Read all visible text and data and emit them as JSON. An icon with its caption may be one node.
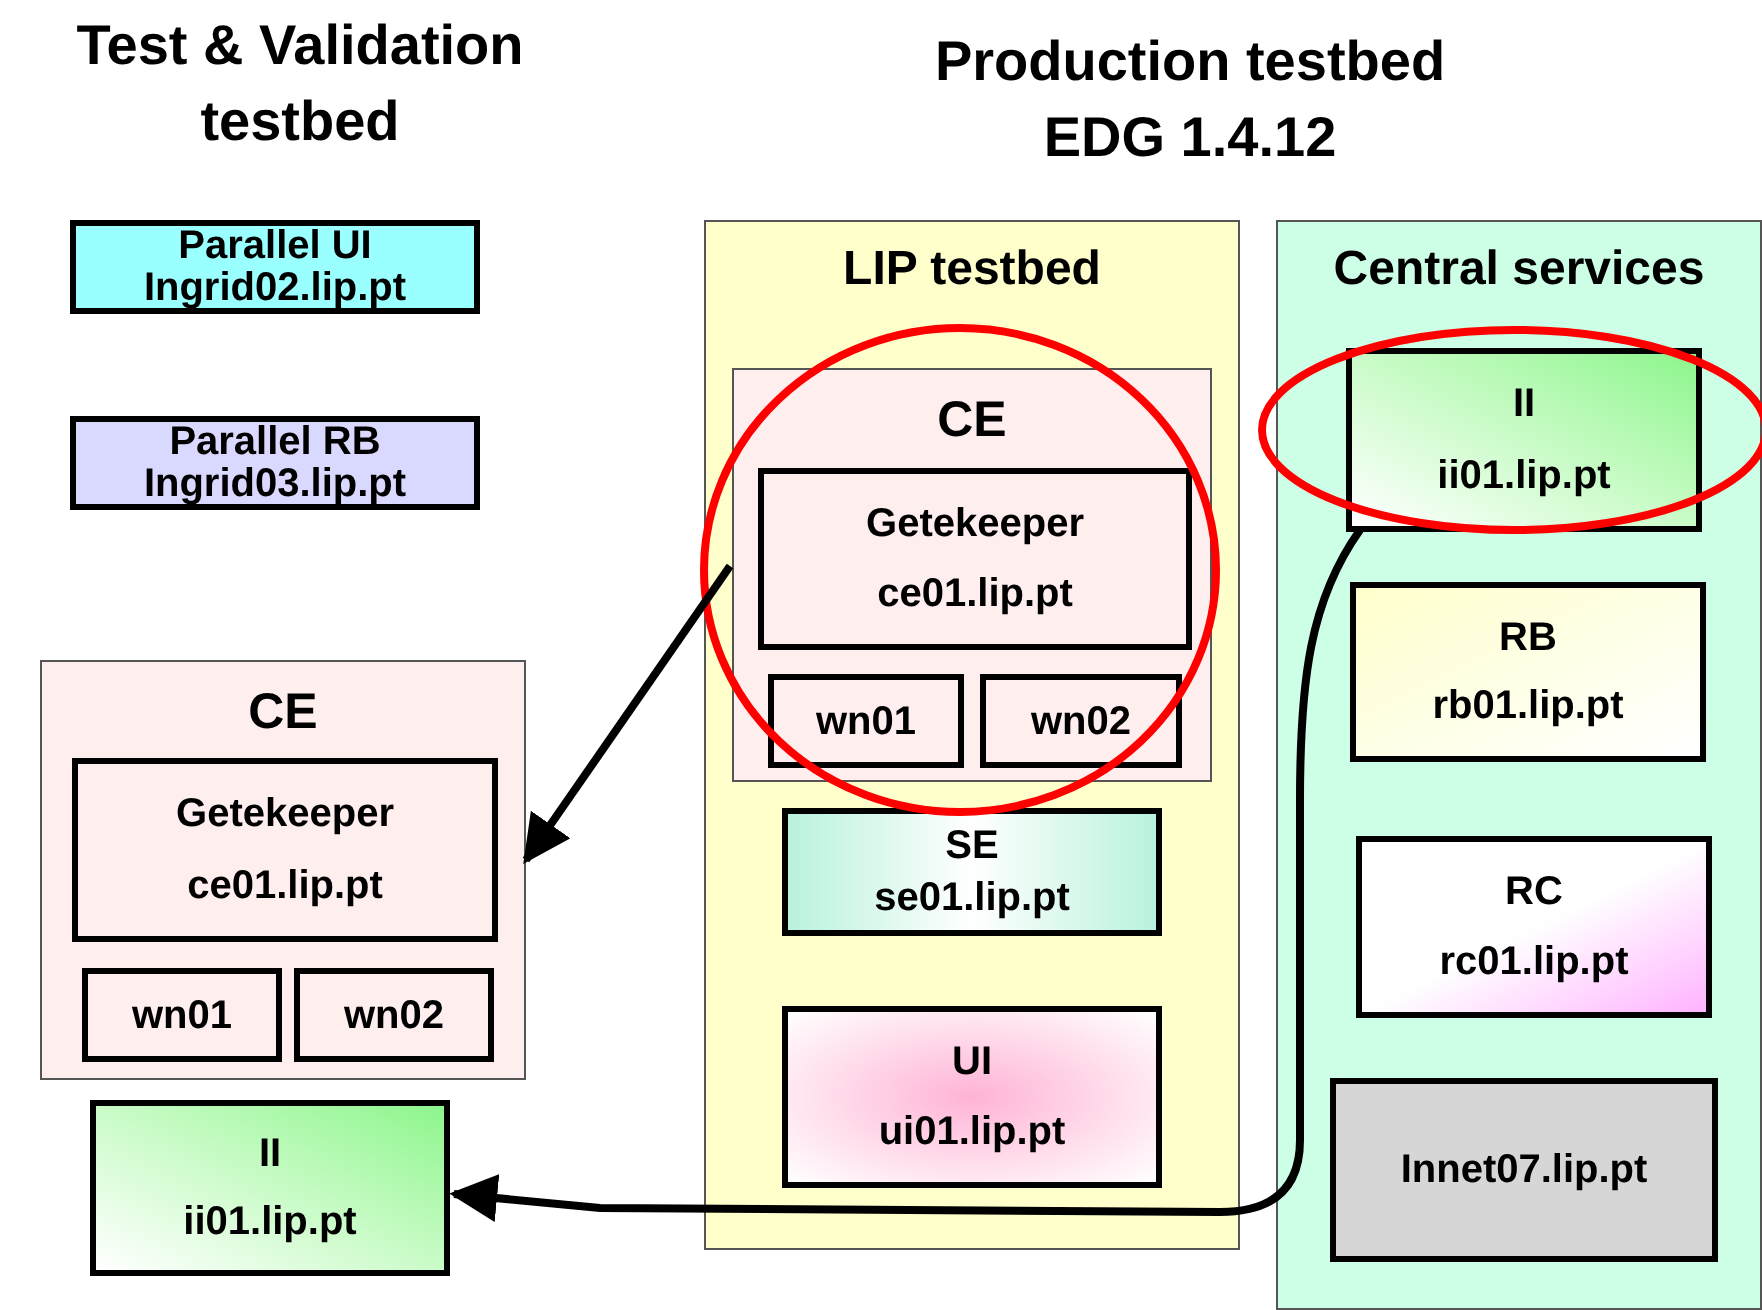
{
  "diagram": {
    "nodes": [
      {
        "text": [
          "Parallel UI",
          "Ingrid02.lip.pt"
        ]
      },
      {
        "text": [
          "Parallel RB",
          "Ingrid03.lip.pt"
        ]
      },
      {
        "text": [
          "CE"
        ]
      },
      {
        "text": [
          "Getekeeper",
          "ce01.lip.pt"
        ],
        "in": 2
      },
      {
        "text": [
          "wn01"
        ],
        "in": 2
      },
      {
        "text": [
          "wn02"
        ],
        "in": 2
      },
      {
        "text": [
          "II",
          "ii01.lip.pt"
        ]
      },
      {
        "text": [
          "LIP testbed"
        ]
      },
      {
        "text": [
          "CE"
        ],
        "in": 7
      },
      {
        "text": [
          "Getekeeper",
          "ce01.lip.pt"
        ],
        "in": 8
      },
      {
        "text": [
          "wn01"
        ],
        "in": 8
      },
      {
        "text": [
          "wn02"
        ],
        "in": 8
      },
      {
        "text": [
          "SE",
          "se01.lip.pt"
        ],
        "in": 7
      },
      {
        "text": [
          "UI",
          "ui01.lip.pt"
        ],
        "in": 7
      },
      {
        "text": [
          "Central services"
        ]
      },
      {
        "text": [
          "II",
          "ii01.lip.pt"
        ],
        "in": 14
      },
      {
        "text": [
          "RB",
          "rb01.lip.pt"
        ],
        "in": 14
      },
      {
        "text": [
          "RC",
          "rc01.lip.pt"
        ],
        "in": 14
      },
      {
        "text": [
          "Innet07.lip.pt"
        ],
        "in": 14
      }
    ],
    "edges": [
      {
        "from": 8,
        "to": 2,
        "arrow": "to"
      },
      {
        "from": 15,
        "to": 6,
        "arrow": "to"
      }
    ],
    "labels": [
      "Test & Validation testbed",
      "Production testbed EDG 1.4.12"
    ]
  }
}
